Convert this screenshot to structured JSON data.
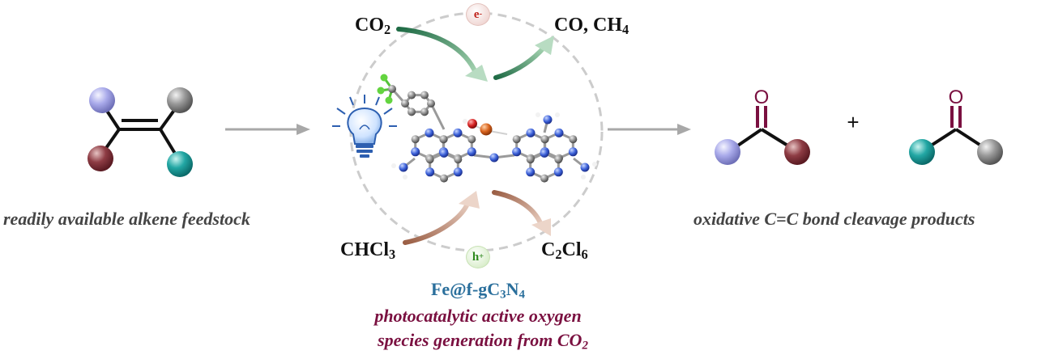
{
  "left_label": "readily available alkene feedstock",
  "right_label": "oxidative C=C bond cleavage products",
  "co2": {
    "main": "CO",
    "sub": "2"
  },
  "co_ch4": {
    "co": "CO",
    "sep": ", CH",
    "sub": "4"
  },
  "chcl3": {
    "main": "CHCl",
    "sub": "3"
  },
  "c2cl6": {
    "a": "C",
    "a_sub": "2",
    "b": "Cl",
    "b_sub": "6"
  },
  "electron": {
    "letter": "e",
    "charge": "-"
  },
  "hole": {
    "letter": "h",
    "charge": "+"
  },
  "catalyst": {
    "p1": "Fe@f-gC",
    "s1": "3",
    "p2": "N",
    "s2": "4"
  },
  "caption_line1": "photocatalytic active oxygen",
  "caption_line2": {
    "text": "species generation from CO",
    "sub": "2"
  },
  "plus": "+",
  "oxygen_symbol": "O",
  "colors": {
    "substituent_purple": "#9d9ee0",
    "substituent_maroon": "#8a3a42",
    "substituent_teal": "#1f9e9e",
    "substituent_gray": "#8e8e8e",
    "maroon_text": "#7a1040",
    "catalyst_text": "#2a6f9c",
    "arrow_gray": "#a8a8a8"
  }
}
